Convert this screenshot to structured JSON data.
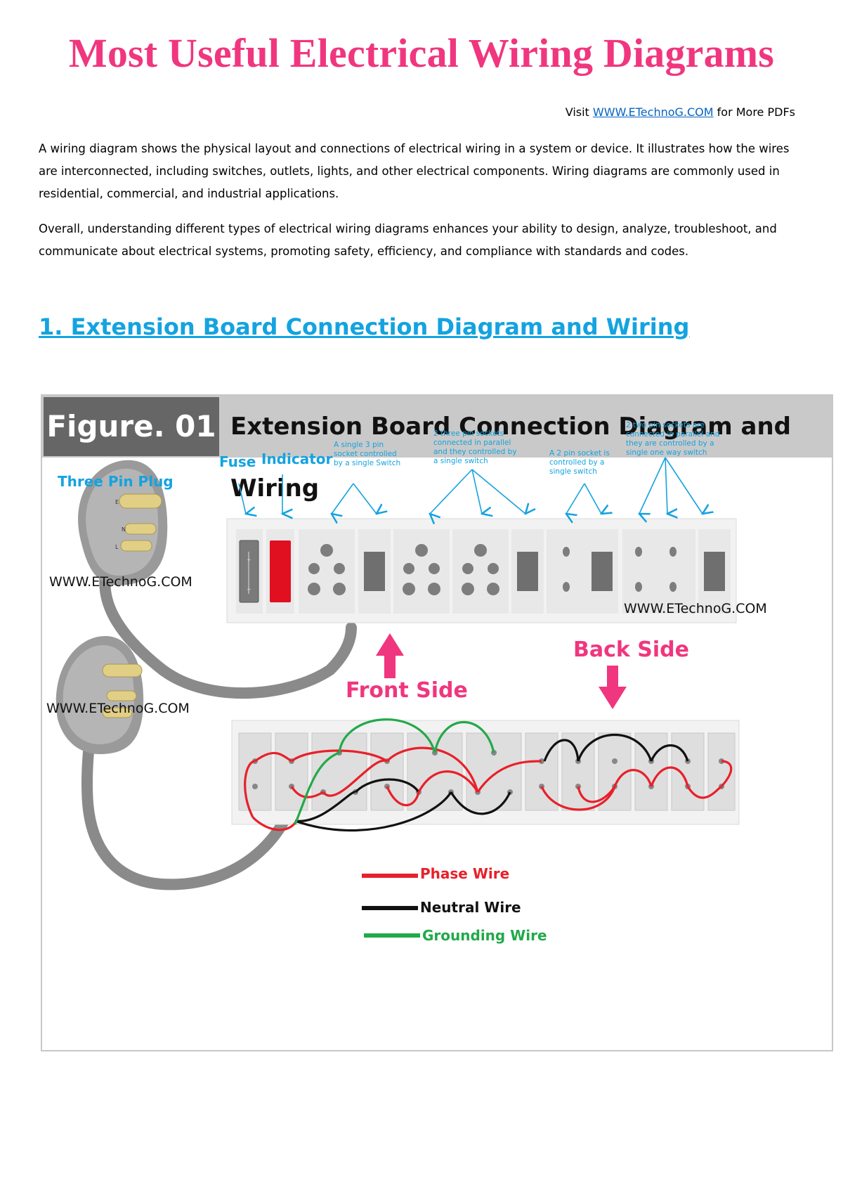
{
  "document": {
    "title": "Most Useful Electrical Wiring Diagrams",
    "visit": {
      "prefix": "Visit ",
      "link_text": "WWW.ETechnoG.COM",
      "suffix": " for More PDFs"
    },
    "paragraphs": [
      "A wiring diagram shows the physical layout and connections of electrical wiring in a system or device. It illustrates how the wires are interconnected, including switches, outlets, lights, and other electrical components. Wiring diagrams are commonly used in residential, commercial, and industrial applications.",
      "Overall, understanding different types of electrical wiring diagrams enhances your ability to design, analyze, troubleshoot, and communicate about electrical systems, promoting safety, efficiency, and compliance with standards and codes."
    ],
    "section_heading": "1. Extension Board Connection Diagram and Wiring"
  },
  "figure": {
    "label": "Figure. 01",
    "title": "Extension Board Connection Diagram and Wiring",
    "labels": {
      "three_pin_plug": "Three Pin Plug",
      "fuse": "Fuse",
      "indicator": "Indicator",
      "note_1": "A single 3 pin socket controlled by a single Switch",
      "note_2": "2 three pin sockets connected in parallel and they controlled by a single switch",
      "note_3": "A 2 pin socket is controlled by a single switch",
      "note_4": "2 two pin sockets are connected in parallel and they are controlled by a single one way switch",
      "front_side": "Front Side",
      "back_side": "Back Side",
      "watermark": "WWW.ETechnoG.COM",
      "plug_pins": [
        "E",
        "N",
        "L"
      ]
    },
    "legend": [
      {
        "label": "Phase Wire",
        "color": "#e8202a"
      },
      {
        "label": "Neutral Wire",
        "color": "#111111"
      },
      {
        "label": "Grounding Wire",
        "color": "#22a94a"
      }
    ],
    "colors": {
      "accent_pink": "#f0367e",
      "label_blue": "#14a3e0",
      "phase": "#e8202a",
      "neutral": "#111111",
      "ground": "#22a94a"
    }
  }
}
